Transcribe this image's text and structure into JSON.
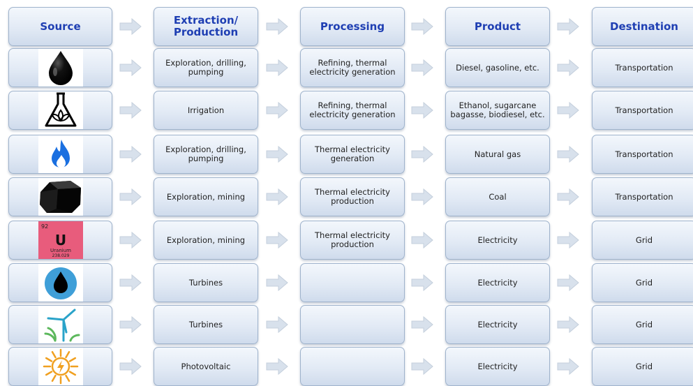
{
  "headers": [
    "Source",
    "Extraction/ Production",
    "Processing",
    "Product",
    "Destination"
  ],
  "rows": [
    {
      "icon": "oil-drop-icon",
      "extraction": "Exploration, drilling, pumping",
      "processing": "Refining, thermal electricity generation",
      "product": "Diesel, gasoline, etc.",
      "destination": "Transportation"
    },
    {
      "icon": "biofuel-flask-icon",
      "extraction": "Irrigation",
      "processing": "Refining, thermal electricity generation",
      "product": "Ethanol, sugarcane bagasse, biodiesel, etc.",
      "destination": "Transportation"
    },
    {
      "icon": "gas-flame-icon",
      "extraction": "Exploration, drilling, pumping",
      "processing": "Thermal electricity generation",
      "product": "Natural gas",
      "destination": "Transportation"
    },
    {
      "icon": "coal-icon",
      "extraction": "Exploration, mining",
      "processing": "Thermal electricity production",
      "product": "Coal",
      "destination": "Transportation"
    },
    {
      "icon": "uranium-element-icon",
      "extraction": "Exploration, mining",
      "processing": "Thermal electricity production",
      "product": "Electricity",
      "destination": "Grid"
    },
    {
      "icon": "water-drop-icon",
      "extraction": "Turbines",
      "processing": "",
      "product": "Electricity",
      "destination": "Grid"
    },
    {
      "icon": "wind-turbine-icon",
      "extraction": "Turbines",
      "processing": "",
      "product": "Electricity",
      "destination": "Grid"
    },
    {
      "icon": "sun-icon",
      "extraction": "Photovoltaic",
      "processing": "",
      "product": "Electricity",
      "destination": "Grid"
    }
  ],
  "uranium": {
    "number": "92",
    "symbol": "U",
    "name": "Uranium",
    "mass": "238.029"
  },
  "colors": {
    "header_text": "#1f3fb3",
    "box_border": "#9fb3cc",
    "arrow": "#d8e1ec",
    "uranium_tile": "#e85c7c"
  }
}
